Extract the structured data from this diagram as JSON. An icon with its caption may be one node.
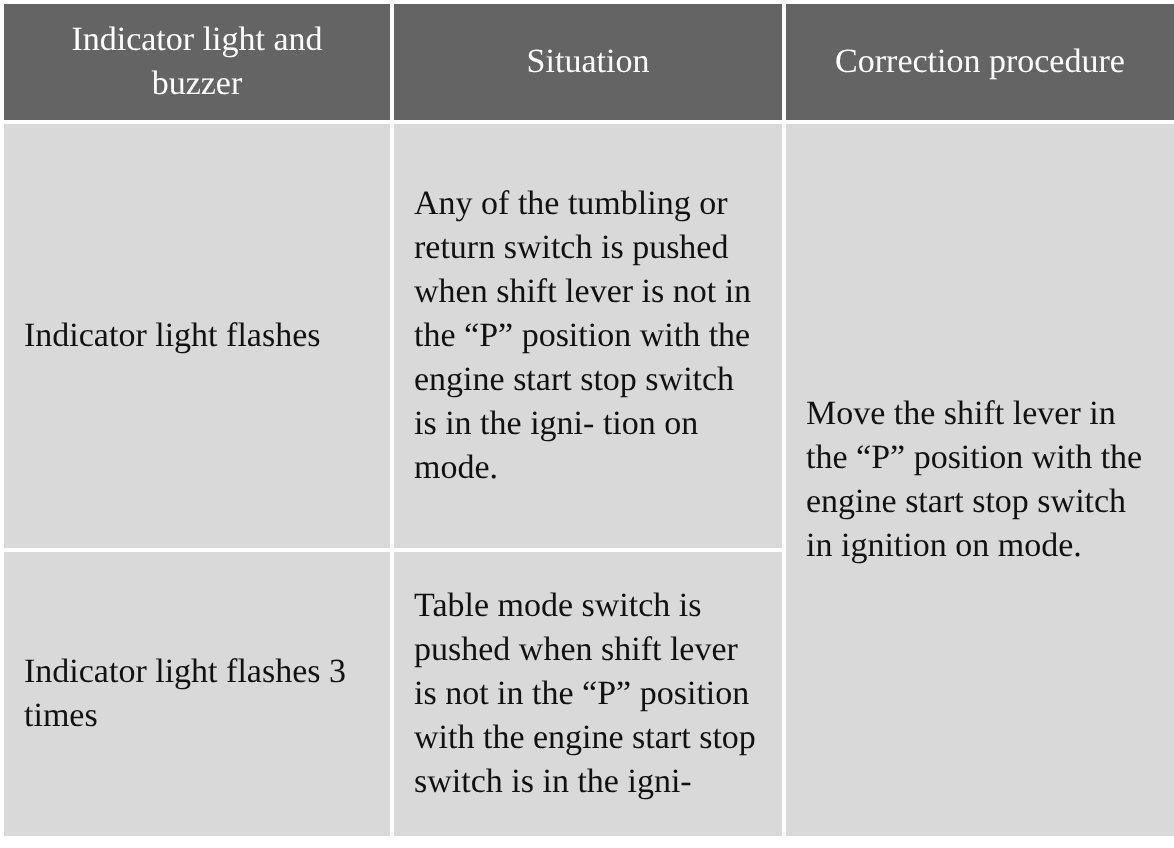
{
  "diagram": {
    "labels": [
      "Indicator light and buzzer",
      "Situation",
      "Correction procedure",
      "Indicator light flashes",
      "Any of the tumbling or return switch is pushed when shift lever is not in the “P” position with the engine start stop switch is in the igni- tion on mode.",
      "Move the shift lever in the “P” position with the engine start stop switch in ignition on mode.",
      "Indicator light flashes 3 times",
      "Table mode switch is pushed when shift lever is not in the “P” position with the engine start stop switch is in the igni-"
    ]
  }
}
